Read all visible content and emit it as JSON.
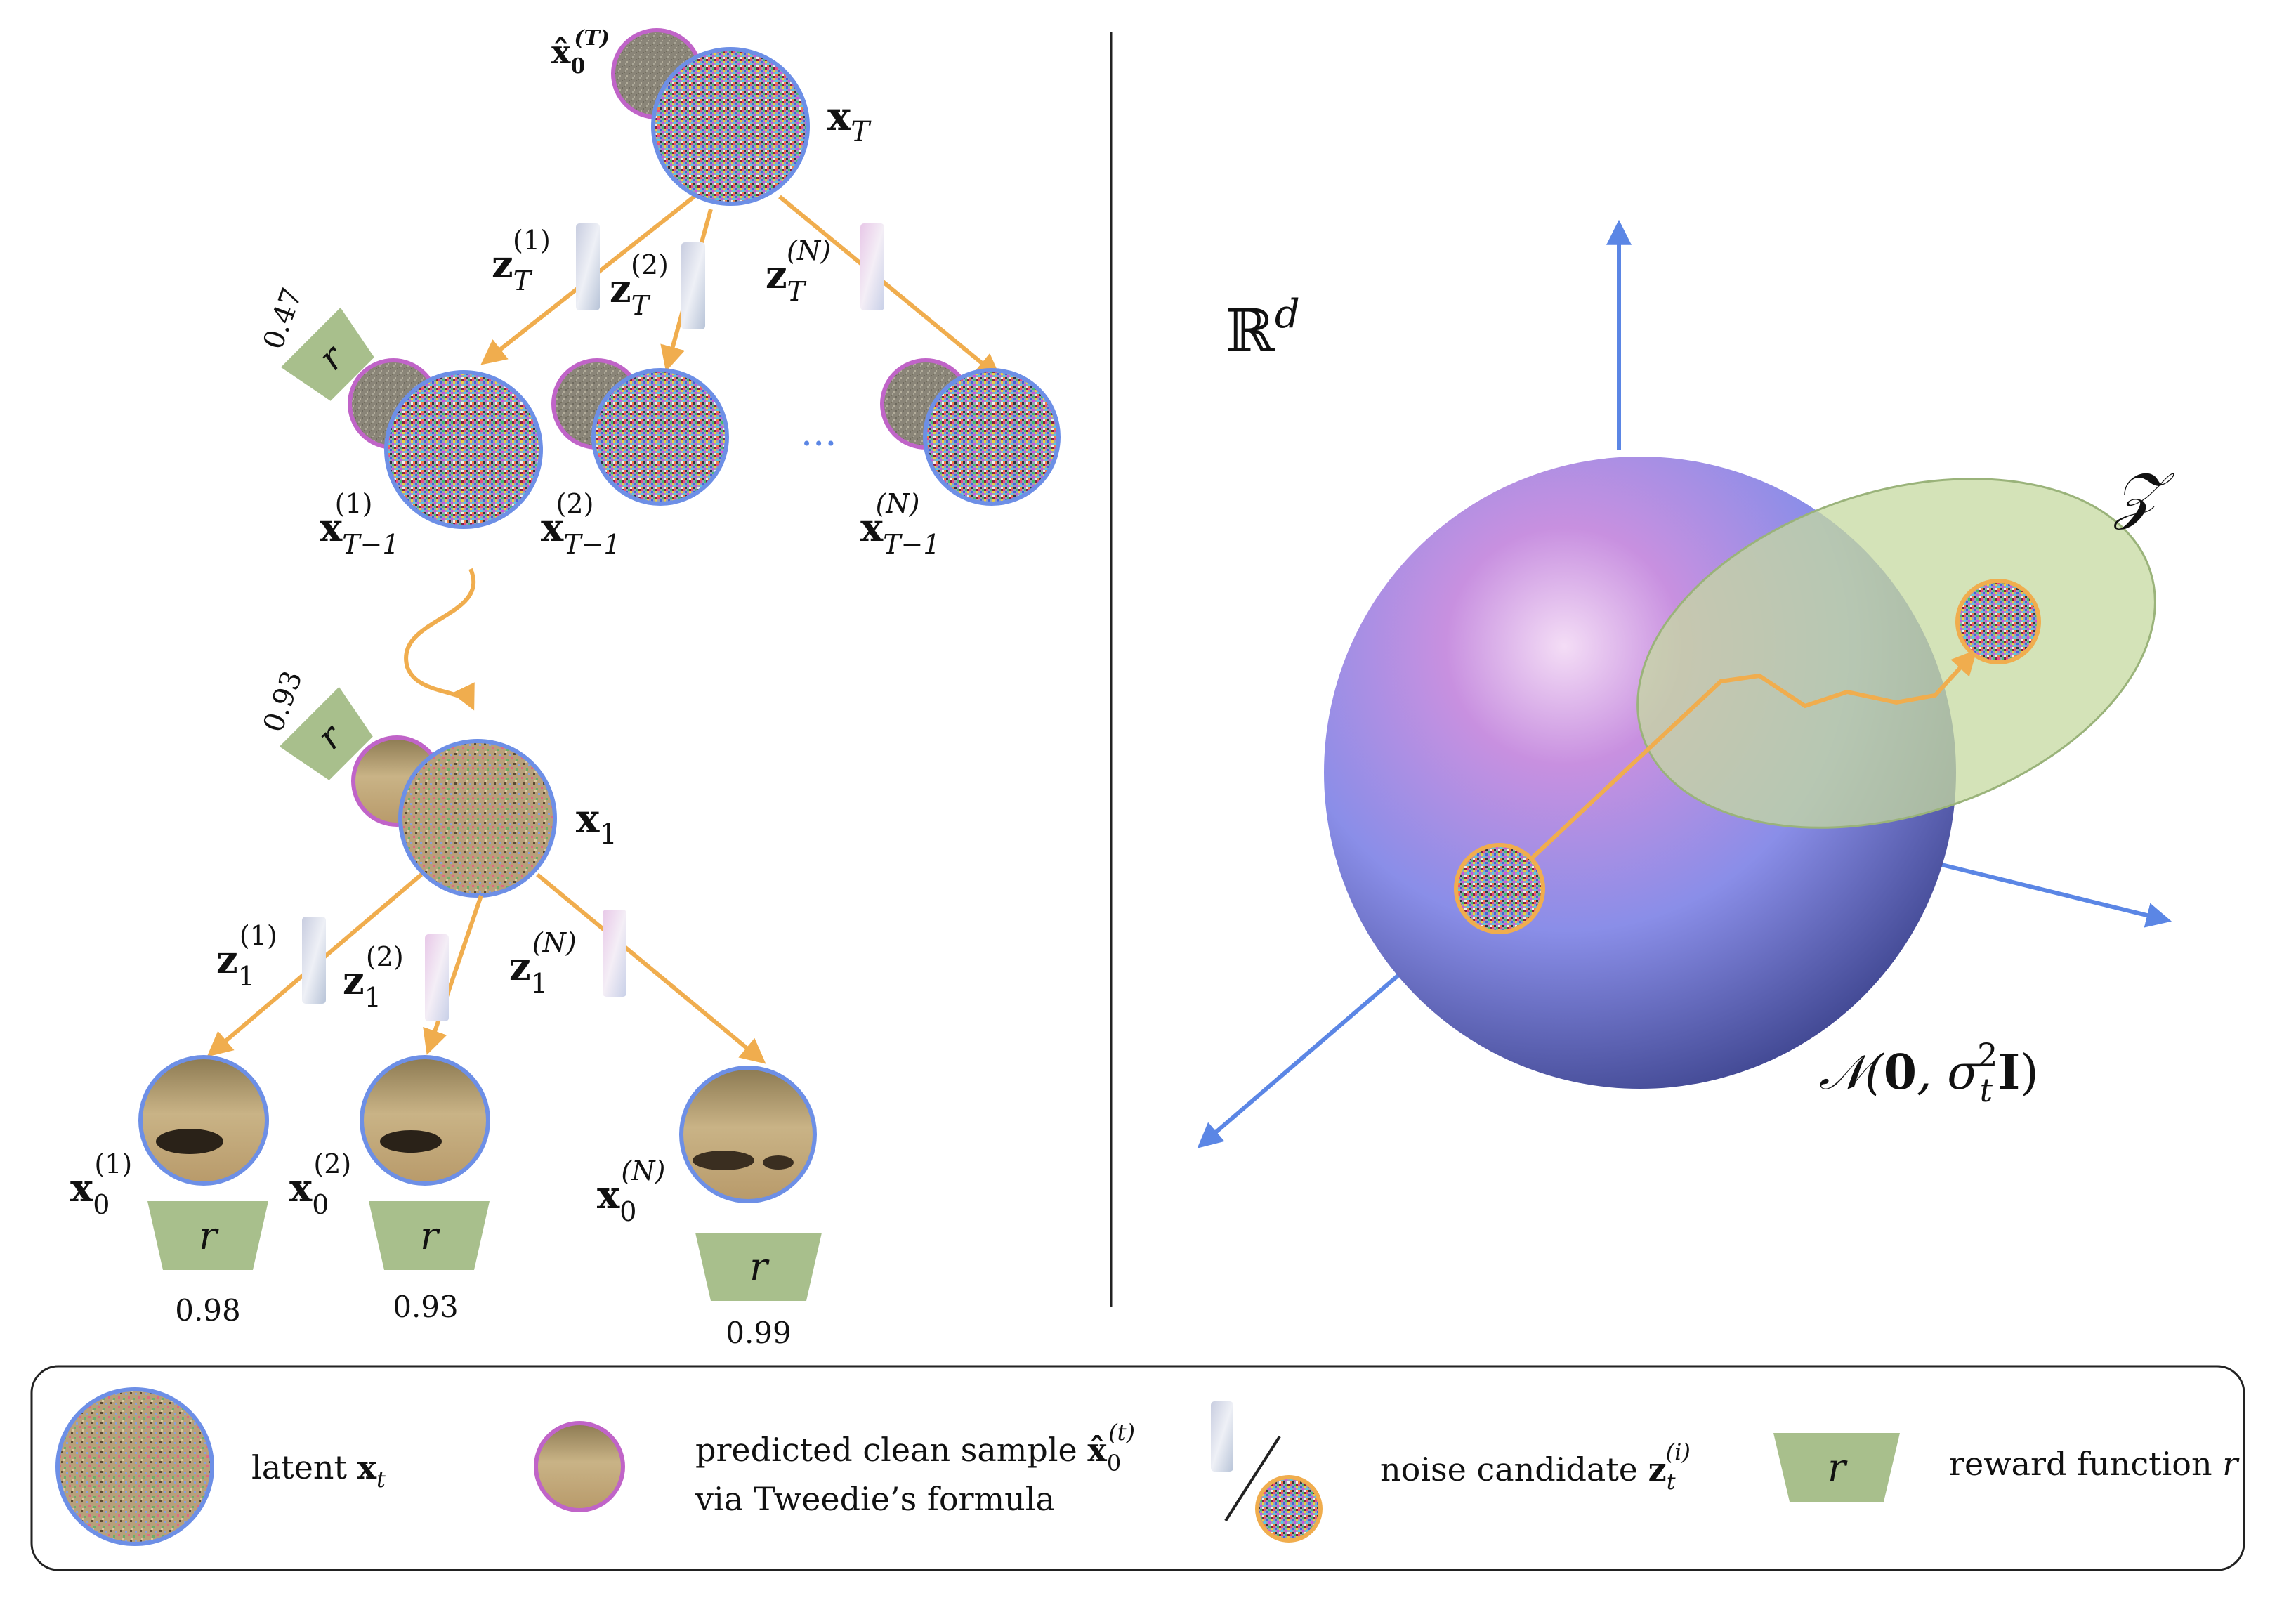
{
  "tree": {
    "root": {
      "hat_label": "x̂",
      "hat_sub": "0",
      "hat_sup": "(T)",
      "label": "x",
      "label_sub": "T"
    },
    "top_branches": [
      {
        "z": "z",
        "sub": "T",
        "sup": "(1)"
      },
      {
        "z": "z",
        "sub": "T",
        "sup": "(2)"
      },
      {
        "z": "z",
        "sub": "T",
        "sup": "(N)"
      }
    ],
    "reward_top": {
      "letter": "r",
      "score": "0.47"
    },
    "mid_nodes": [
      {
        "label": "x",
        "sub": "T−1",
        "sup": "(1)"
      },
      {
        "label": "x",
        "sub": "T−1",
        "sup": "(2)"
      },
      {
        "label": "x",
        "sub": "T−1",
        "sup": "(N)"
      }
    ],
    "ellipsis": "···",
    "x1": {
      "label": "x",
      "sub": "1"
    },
    "reward_x1": {
      "letter": "r",
      "score": "0.93"
    },
    "bottom_branches": [
      {
        "z": "z",
        "sub": "1",
        "sup": "(1)"
      },
      {
        "z": "z",
        "sub": "1",
        "sup": "(2)"
      },
      {
        "z": "z",
        "sub": "1",
        "sup": "(N)"
      }
    ],
    "leaves": [
      {
        "label": "x",
        "sub": "0",
        "sup": "(1)",
        "reward": "r",
        "score": "0.98"
      },
      {
        "label": "x",
        "sub": "0",
        "sup": "(2)",
        "reward": "r",
        "score": "0.93"
      },
      {
        "label": "x",
        "sub": "0",
        "sup": "(N)",
        "reward": "r",
        "score": "0.99"
      }
    ]
  },
  "space": {
    "space_label": "ℝ",
    "space_sup": "d",
    "manifold_label": "𝒵",
    "gaussian": {
      "prefix": "𝒩(",
      "zero": "0",
      "comma": ", σ",
      "sub": "t",
      "sup": "2",
      "ident": "I",
      "suffix": ")"
    }
  },
  "legend": {
    "latent": {
      "text": "latent ",
      "sym": "x",
      "sub": "t"
    },
    "predicted": {
      "line1": "predicted clean sample ",
      "sym": "x̂",
      "sub": "0",
      "sup": "(t)",
      "line2": "via Tweedie’s formula"
    },
    "noise": {
      "text": "noise candidate ",
      "sym": "z",
      "sub": "t",
      "sup": "(i)"
    },
    "reward": {
      "letter": "r",
      "text": "reward function ",
      "sym": "r"
    }
  },
  "colors": {
    "node_border": "#6d8fe6",
    "hat_border": "#c064c8",
    "arrow": "#f0ad4e",
    "reward_fill": "#a8bf8c",
    "axis": "#5b86e5"
  }
}
